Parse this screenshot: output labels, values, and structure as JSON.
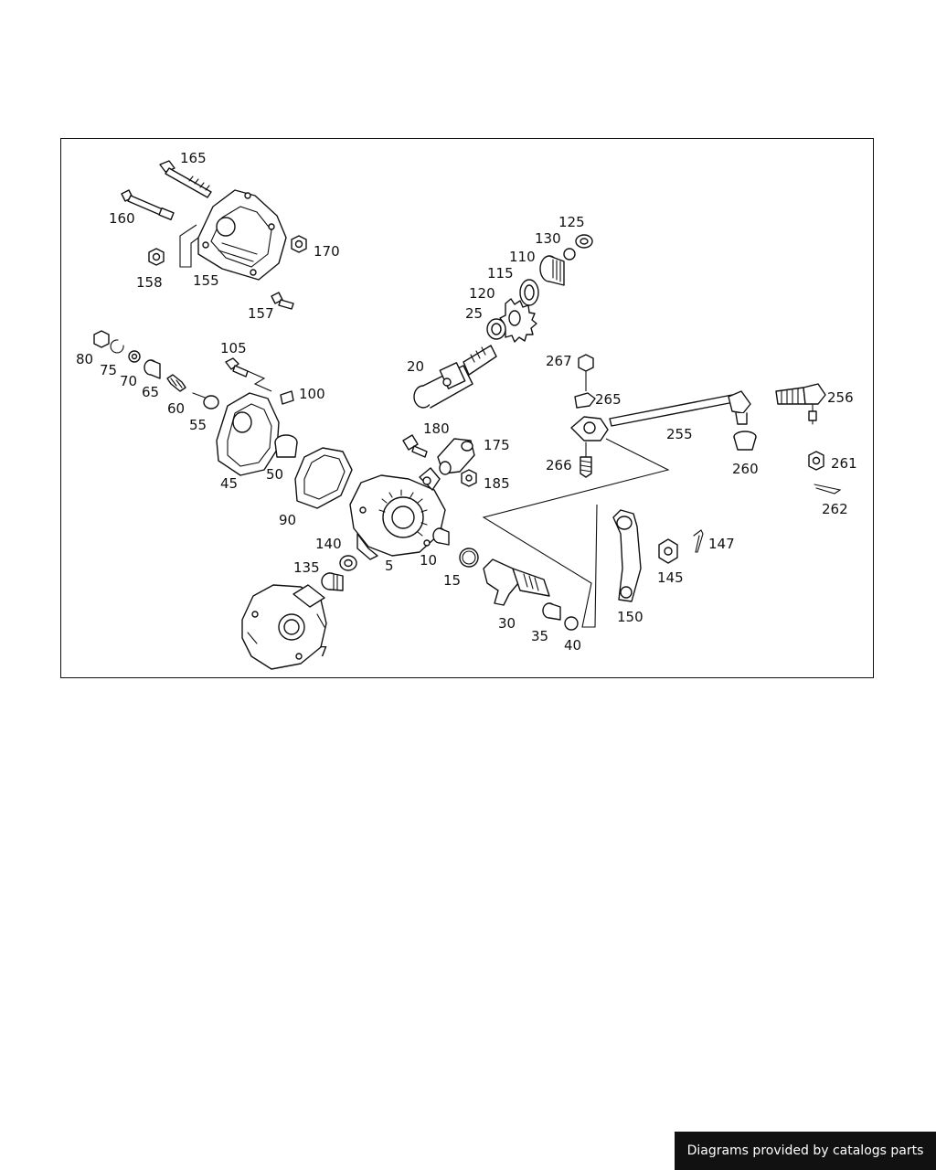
{
  "diagram": {
    "callouts": [
      "165",
      "160",
      "158",
      "155",
      "170",
      "157",
      "125",
      "130",
      "110",
      "115",
      "120",
      "25",
      "20",
      "267",
      "265",
      "256",
      "255",
      "260",
      "261",
      "262",
      "266",
      "80",
      "75",
      "70",
      "65",
      "60",
      "55",
      "105",
      "100",
      "45",
      "50",
      "90",
      "180",
      "175",
      "185",
      "140",
      "135",
      "5",
      "10",
      "15",
      "7",
      "30",
      "35",
      "40",
      "150",
      "145",
      "147"
    ]
  },
  "credit": {
    "text": "Diagrams provided by catalogs parts"
  }
}
